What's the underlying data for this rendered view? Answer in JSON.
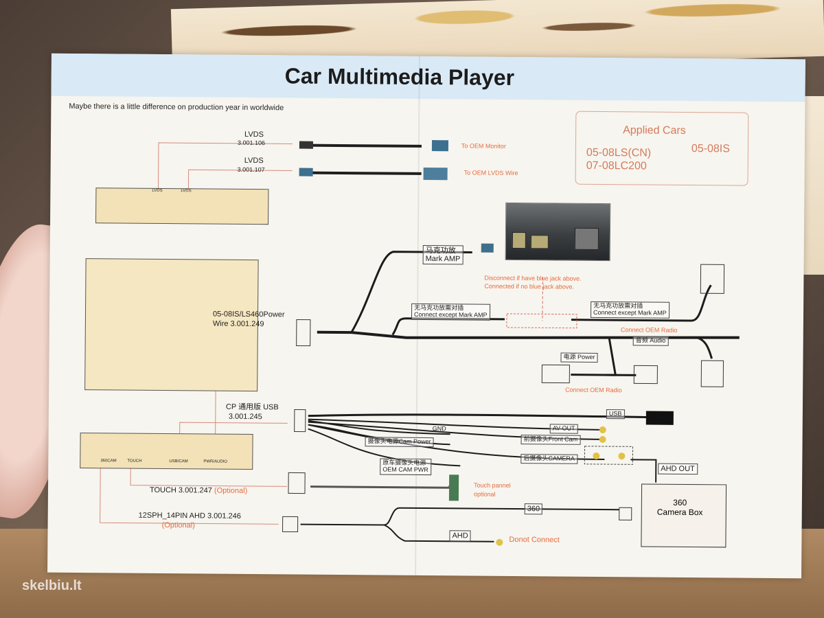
{
  "title": "Car Multimedia Player",
  "subtitle": "Maybe there is a little difference on production year in worldwide",
  "applied_cars": {
    "title": "Applied Cars",
    "item_1": "05-08LS(CN)",
    "item_2": "05-08IS",
    "item_3": "07-08LC200"
  },
  "labels": {
    "lvds_1": "LVDS",
    "part_lvds_1": "3.001.106",
    "to_oem_monitor": "To OEM Monitor",
    "lvds_2": "LVDS",
    "part_lvds_2": "3.001.107",
    "to_oem_lvds": "To OEM LVDS Wire",
    "mark_amp_cn": "马克功放",
    "mark_amp": "Mark AMP",
    "disconnect": "Disconnect if have blue jack above.",
    "connected": "Connected if no blue jack above.",
    "connect_except_cn_1": "无马克功放需对插",
    "connect_except_1": "Connect except Mark AMP",
    "connect_except_cn_2": "无马克功放需对插",
    "connect_except_2": "Connect except Mark AMP",
    "power_wire_1": "05-08IS/LS460Power",
    "power_wire_2": "Wire 3.001.249",
    "connect_oem_radio_1": "Connect OEM Radio",
    "audio": "音频 Audio",
    "power": "电源 Power",
    "connect_oem_radio_2": "Connect OEM Radio",
    "cp_usb": "CP 通用版 USB",
    "part_usb": "3.001.245",
    "usb": "USB",
    "gnd": "GND",
    "cam_power": "摄像头电源Cam Power",
    "oem_cam_cn": "原车摄像头电源",
    "oem_cam_pwr": "OEM CAM PWR",
    "av_out": "AV-OUT",
    "front_cam": "前摄像头Front Cam",
    "camera": "后摄像头CAMERA",
    "ahd_out": "AHD OUT",
    "touch_wire": "TOUCH 3.001.247",
    "optional_1": "(Optional)",
    "touch_panel": "Touch pannel",
    "optional_2": "optional",
    "sph_wire": "12SPH_14PIN AHD 3.001.246",
    "optional_3": "(Optional)",
    "camera_box_1": "360",
    "camera_box_2": "Camera Box",
    "wire_360": "360",
    "ahd": "AHD",
    "donot_connect": "Donot Connect",
    "module_port_1": "LVDS",
    "module_port_2": "LVDS",
    "bottom_port_1": "360CAM",
    "bottom_port_2": "TOUCH",
    "bottom_port_3": "USB/CAM",
    "bottom_port_4": "PWR/AUDIO"
  },
  "watermark": "skelbiu.lt"
}
